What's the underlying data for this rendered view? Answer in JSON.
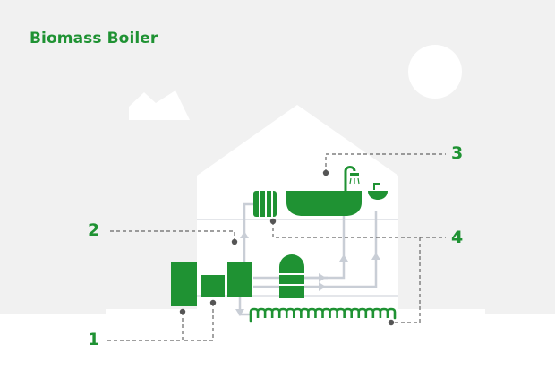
{
  "title": "Biomass Boiler",
  "callouts": [
    "1",
    "2",
    "3",
    "4"
  ],
  "colors": {
    "background": "#f1f1f1",
    "ground": "#ffffff",
    "house": "#ffffff",
    "green": "#1f9233",
    "pipe": "#c9ced6",
    "leader": "#666666"
  }
}
